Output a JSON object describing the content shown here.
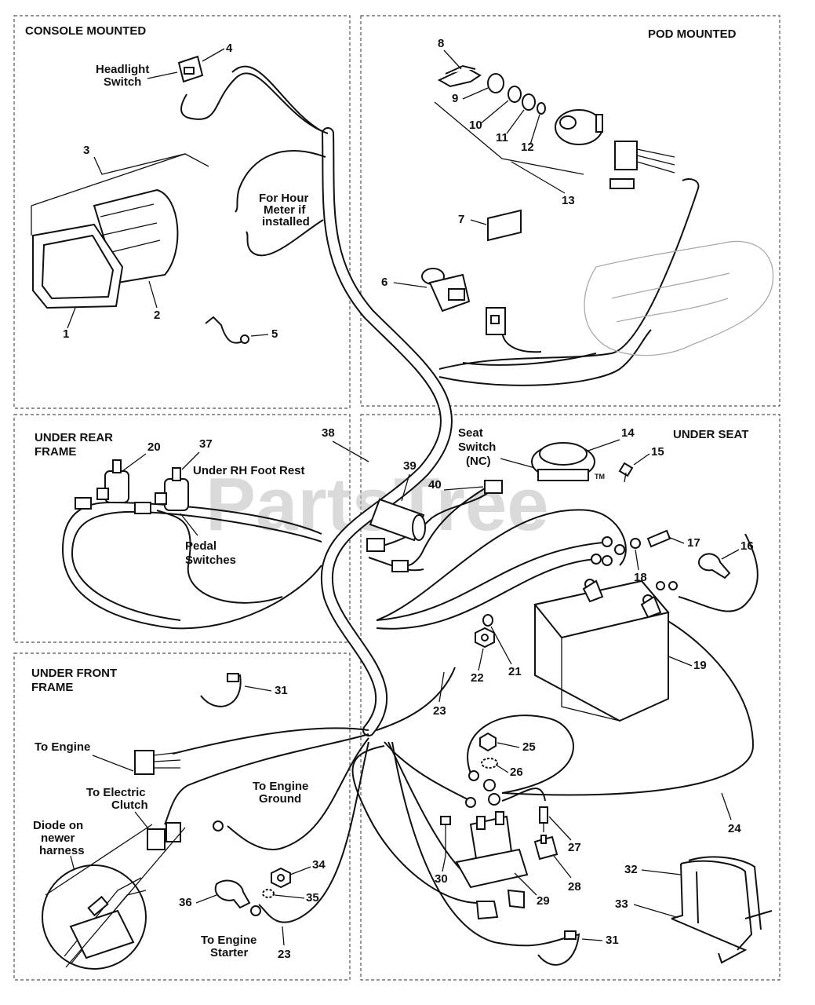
{
  "sections": {
    "console": "CONSOLE MOUNTED",
    "pod": "POD MOUNTED",
    "rear_frame": "UNDER REAR\nFRAME",
    "seat": "UNDER SEAT",
    "front_frame": "UNDER FRONT\nFRAME"
  },
  "notes": {
    "headlight_switch": "Headlight\nSwitch",
    "hour_meter": "For Hour\nMeter if\ninstalled",
    "seat_switch": "Seat\nSwitch\n(NC)",
    "rh_foot_rest": "Under RH Foot Rest",
    "pedal_switches": "Pedal\nSwitches",
    "to_engine": "To Engine",
    "to_electric_clutch": "To Electric\nClutch",
    "diode": "Diode on\nnewer\nharness",
    "to_engine_ground": "To Engine\nGround",
    "to_engine_starter": "To Engine\nStarter"
  },
  "callouts": {
    "c1": "1",
    "c2": "2",
    "c3": "3",
    "c4": "4",
    "c5": "5",
    "c6": "6",
    "c7": "7",
    "c8": "8",
    "c9": "9",
    "c10": "10",
    "c11": "11",
    "c12": "12",
    "c13": "13",
    "c14": "14",
    "c15": "15",
    "c16": "16",
    "c17": "17",
    "c18": "18",
    "c19": "19",
    "c20": "20",
    "c21": "21",
    "c22": "22",
    "c23a": "23",
    "c23b": "23",
    "c24": "24",
    "c25": "25",
    "c26": "26",
    "c27": "27",
    "c28": "28",
    "c29": "29",
    "c30": "30",
    "c31a": "31",
    "c31b": "31",
    "c32": "32",
    "c33": "33",
    "c34": "34",
    "c35": "35",
    "c36": "36",
    "c37": "37",
    "c38": "38",
    "c39": "39",
    "c40": "40"
  },
  "watermark": "PartsTree",
  "trademark": "TM"
}
